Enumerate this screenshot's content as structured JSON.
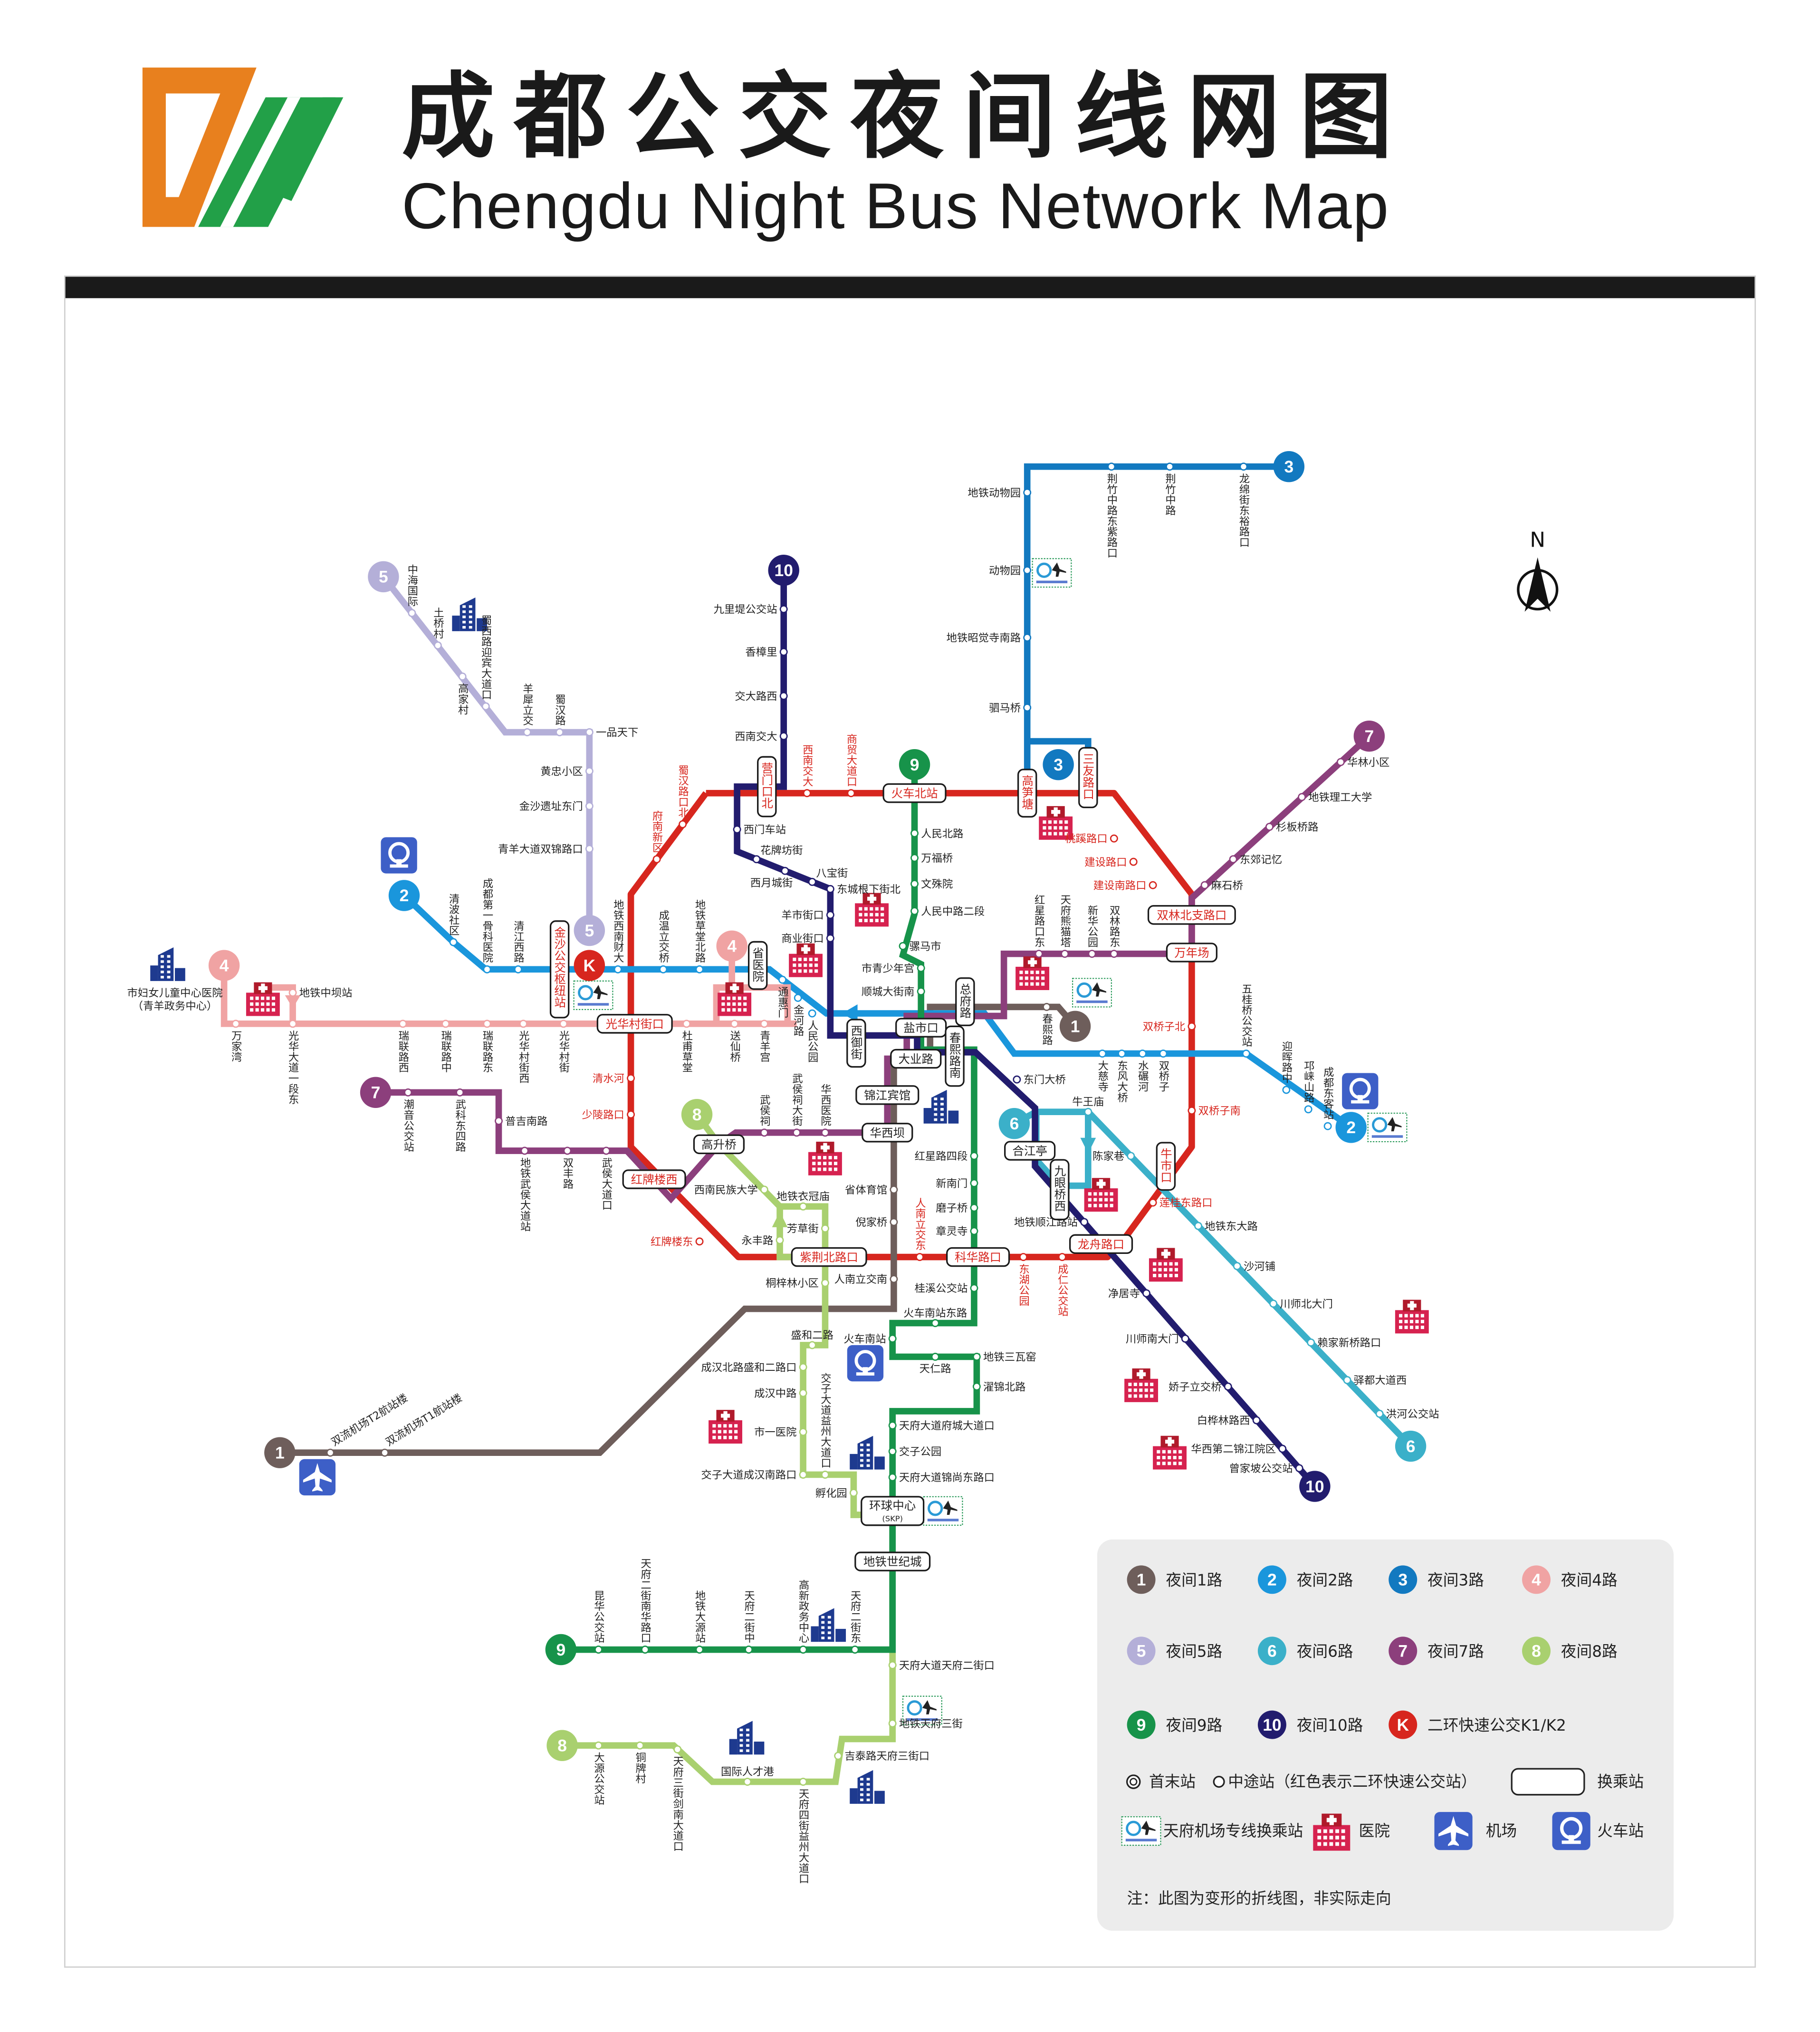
{
  "header": {
    "title": "成都公交夜间线网图",
    "subtitle": "Chengdu Night Bus Network Map"
  },
  "compass": "N",
  "lines": [
    {
      "badge": "1",
      "label": "夜间1路",
      "color": "#6e5e5b",
      "stations": [
        "双流机场T2航站楼",
        "双流机场T1航站楼",
        "人南立交南",
        "倪家桥",
        "省体育馆",
        "春熙路"
      ]
    },
    {
      "badge": "2",
      "label": "夜间2路",
      "color": "#1a96dc",
      "stations": [
        "清波社区",
        "成都第一骨科医院",
        "清江西路",
        "地铁西南财大",
        "成温立交桥",
        "地铁草堂北路",
        "通惠门",
        "金河路",
        "人民公园",
        "大慈寺",
        "东风大桥",
        "水碾河",
        "双桥子",
        "五桂桥公交站",
        "迎晖路中",
        "邛崃山路",
        "成都东客站"
      ]
    },
    {
      "badge": "3",
      "label": "夜间3路",
      "color": "#1279c0",
      "stations": [
        "荆竹中路东紫路口",
        "荆竹中路",
        "龙绵街东裕路口",
        "地铁动物园",
        "动物园",
        "地铁昭觉寺南路",
        "驷马桥"
      ]
    },
    {
      "badge": "4",
      "label": "夜间4路",
      "color": "#f0a3a3",
      "stations": [
        "万家湾",
        "光华大道一段东",
        "瑞联路西",
        "瑞联路中",
        "瑞联路东",
        "光华村街西",
        "光华村街",
        "杜甫草堂",
        "送仙桥",
        "青羊宫",
        "地铁中坝站"
      ]
    },
    {
      "badge": "5",
      "label": "夜间5路",
      "color": "#b4afd8",
      "stations": [
        "中海国际",
        "土桥村",
        "高家村",
        "蜀西路迎宾大道口",
        "羊犀立交",
        "蜀汉路",
        "一品天下",
        "黄忠小区",
        "金沙遗址东门",
        "青羊大道双锦路口"
      ]
    },
    {
      "badge": "6",
      "label": "夜间6路",
      "color": "#3bb0c9",
      "stations": [
        "牛王庙",
        "陈家巷",
        "地铁东大路",
        "沙河铺",
        "川师北大门",
        "赖家新桥路口",
        "驿都大道西",
        "洪河公交站"
      ]
    },
    {
      "badge": "7",
      "label": "夜间7路",
      "color": "#8c3f7c",
      "stations": [
        "华林小区",
        "地铁理工大学",
        "杉板桥路",
        "东郊记忆",
        "麻石桥",
        "双林路东",
        "新华公园",
        "天府熊猫塔",
        "红星路口东",
        "华西医院",
        "武侯祠大街",
        "武侯祠",
        "武侯大道口",
        "双丰路",
        "地铁武侯大道站",
        "普吉南路",
        "武科东四路",
        "潮音公交站"
      ]
    },
    {
      "badge": "8",
      "label": "夜间8路",
      "color": "#a9d06f",
      "stations": [
        "西南民族大学",
        "地铁衣冠庙",
        "永丰路",
        "芳草街",
        "桐梓林小区",
        "盛和二路",
        "成汉北路盛和二路口",
        "成汉中路",
        "市一医院",
        "交子大道成汉南路口",
        "交子大道益州大道口",
        "孵化园",
        "天府大道天府二街口",
        "地铁天府三街",
        "吉泰路天府三街口",
        "天府四街益州大道口",
        "国际人才港",
        "天府三街剑南大道口",
        "铜牌村",
        "大源公交站"
      ]
    },
    {
      "badge": "9",
      "label": "夜间9路",
      "color": "#17934a",
      "stations": [
        "人民北路",
        "万福桥",
        "文殊院",
        "人民中路二段",
        "骡马市",
        "市青少年宫",
        "顺城大街南",
        "红星路四段",
        "新南门",
        "磨子桥",
        "章灵寺",
        "桂溪公交站",
        "火车南站东路",
        "火车南站",
        "天仁路",
        "地铁三瓦窑",
        "濯锦北路",
        "天府大道府城大道口",
        "交子公园",
        "天府大道锦尚东路口",
        "天府二街东",
        "高新政务中心",
        "天府二街中",
        "地铁大源站",
        "天府二街南华路口",
        "昆华公交站"
      ]
    },
    {
      "badge": "10",
      "label": "夜间10路",
      "color": "#221c6e",
      "stations": [
        "九里堤公交站",
        "香樟里",
        "交大路西",
        "西南交大",
        "西门车站",
        "花牌坊街",
        "西月城街",
        "八宝街",
        "东城根下街北",
        "羊市街口",
        "商业街口",
        "东门大桥",
        "地铁顺江路站",
        "净居寺",
        "川师南大门",
        "娇子立交桥",
        "白桦林路西",
        "华西第二锦江院区",
        "曾家坡公交站"
      ]
    }
  ],
  "k_ring": {
    "badge": "K",
    "label": "二环快速公交K1/K2",
    "color": "#d7261e",
    "stations": [
      "商贸大道口",
      "西南交大",
      "蜀汉路口北",
      "府南新区",
      "清水河",
      "少陵路口",
      "红牌楼东",
      "人南立交东",
      "东湖公园",
      "成仁公交站",
      "莲桂东路口",
      "双桥子南",
      "双桥子北",
      "建设南路口",
      "建设路口",
      "桃蹊路口"
    ]
  },
  "interchanges": [
    {
      "name": "营门口北",
      "ring": true
    },
    {
      "name": "火车北站",
      "ring": true
    },
    {
      "name": "高笋塘",
      "ring": true
    },
    {
      "name": "三友路口",
      "ring": true
    },
    {
      "name": "双林北支路口",
      "ring": true
    },
    {
      "name": "万年场",
      "ring": true
    },
    {
      "name": "牛市口",
      "ring": true
    },
    {
      "name": "龙舟路口",
      "ring": true
    },
    {
      "name": "科华路口",
      "ring": true
    },
    {
      "name": "紫荆北路口",
      "ring": true
    },
    {
      "name": "红牌楼西",
      "ring": true
    },
    {
      "name": "光华村街口",
      "ring": true
    },
    {
      "name": "金沙公交枢纽站",
      "ring": true
    },
    {
      "name": "省医院",
      "ring": false
    },
    {
      "name": "西御街",
      "ring": false
    },
    {
      "name": "盐市口",
      "ring": false
    },
    {
      "name": "总府路",
      "ring": false
    },
    {
      "name": "春熙路南",
      "ring": false
    },
    {
      "name": "大业路",
      "ring": false
    },
    {
      "name": "锦江宾馆",
      "ring": false
    },
    {
      "name": "华西坝",
      "ring": false
    },
    {
      "name": "高升桥",
      "ring": false
    },
    {
      "name": "合江亭",
      "ring": false
    },
    {
      "name": "九眼桥西",
      "ring": false
    },
    {
      "name": "环球中心",
      "ring": false,
      "sub": "(SKP)"
    },
    {
      "name": "地铁世纪城",
      "ring": false
    }
  ],
  "pois": {
    "women_children_hospital": "市妇女儿童中心医院",
    "women_children_hospital_sub": "（青羊政务中心）"
  },
  "legend": {
    "terminal": "首末站",
    "midway": "中途站（红色表示二环快速公交站）",
    "transfer": "换乘站",
    "tianfu_transfer": "天府机场专线换乘站",
    "hospital": "医院",
    "airport": "机场",
    "train": "火车站",
    "note": "注：此图为变形的折线图，非实际走向"
  }
}
